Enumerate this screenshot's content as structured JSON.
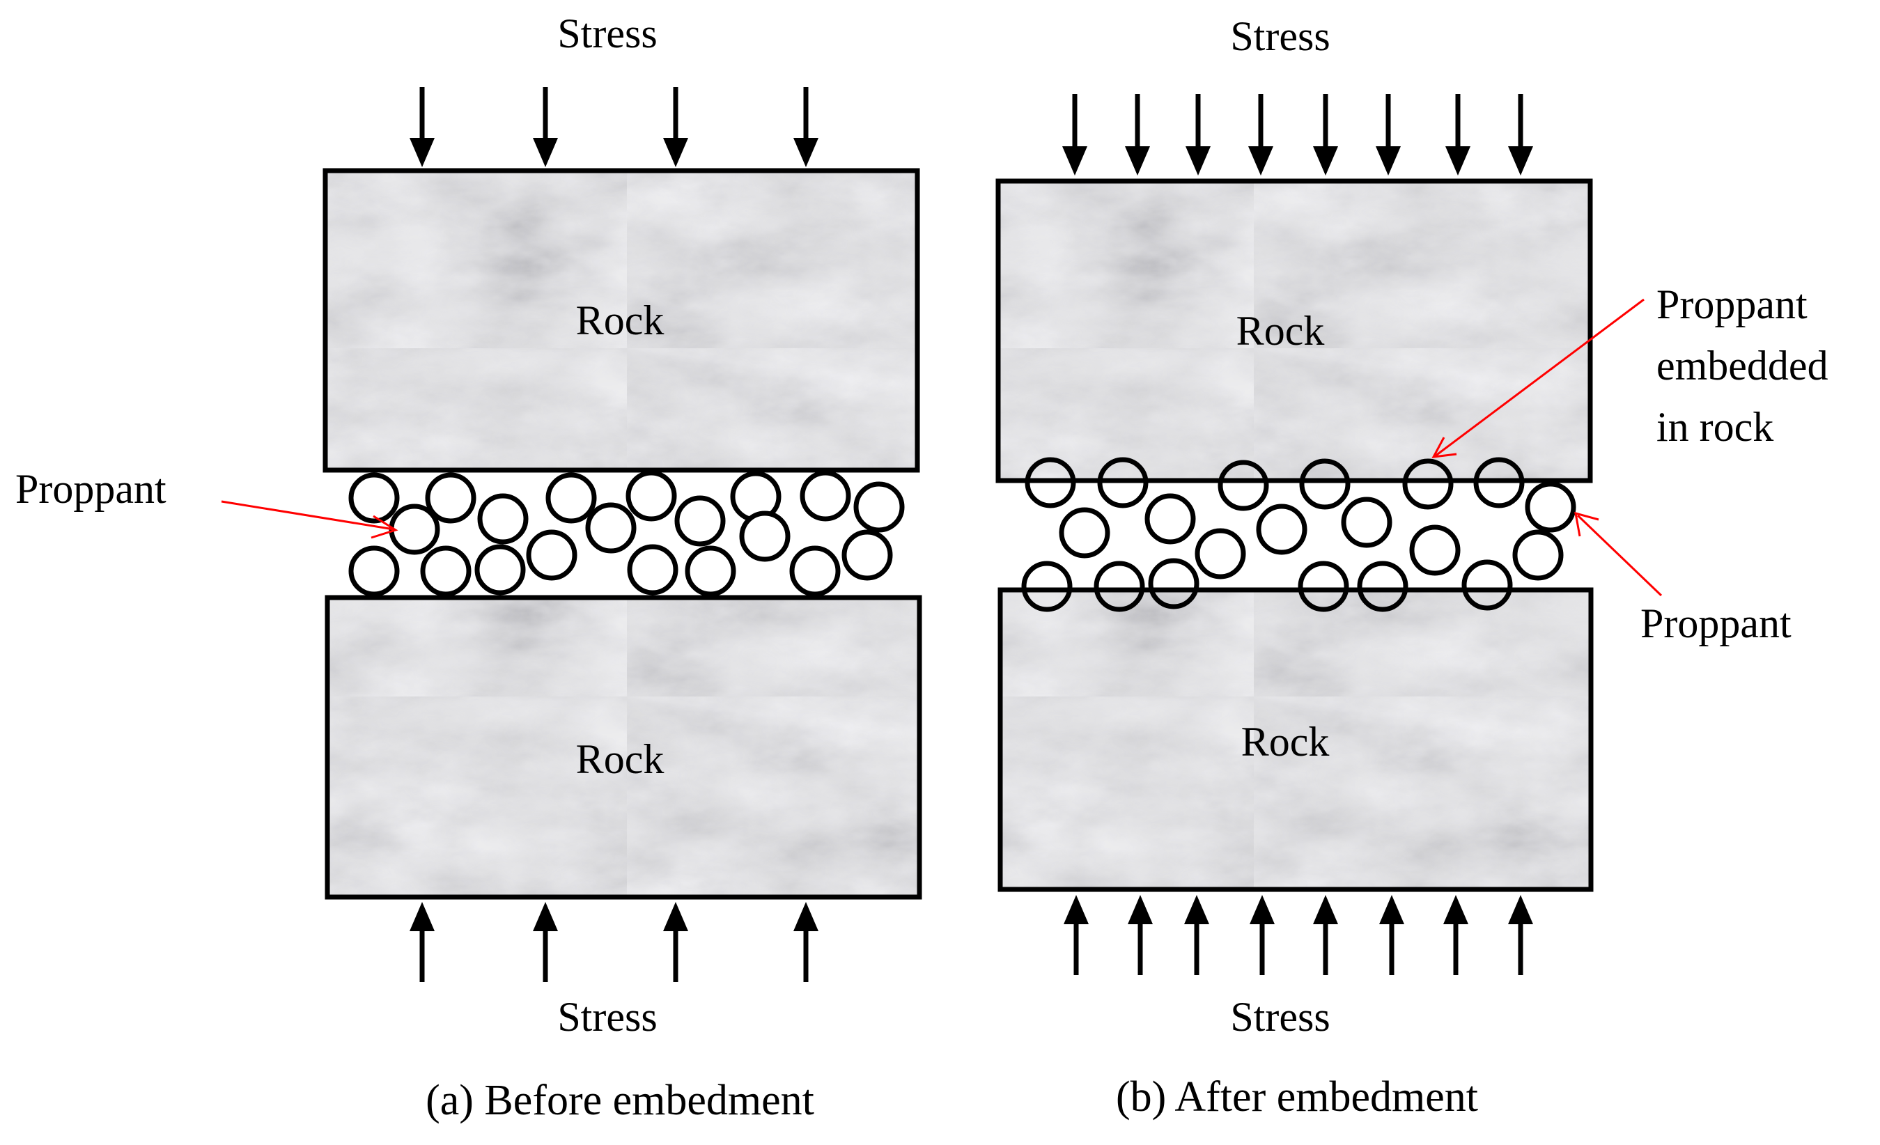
{
  "colors": {
    "ink": "#000000",
    "rock_base": "#e4e4e6",
    "rock_vein": "#a8a8ae",
    "rock_light": "#f7f7f8",
    "annotation_arrow": "#ff0000",
    "proppant_fill": "#ffffff"
  },
  "panel_a": {
    "stress_top": "Stress",
    "stress_bottom": "Stress",
    "rock_top": "Rock",
    "rock_bottom": "Rock",
    "proppant_label": "Proppant",
    "caption": "(a) Before embedment"
  },
  "panel_b": {
    "stress_top": "Stress",
    "stress_bottom": "Stress",
    "rock_top": "Rock",
    "rock_bottom": "Rock",
    "embedded_label": [
      "Proppant",
      "embedded",
      "in rock"
    ],
    "proppant_label": "Proppant",
    "caption": "(b) After embedment"
  },
  "icons": {
    "stress_arrow": "down-arrow-icon",
    "proppant_grain": "circle-icon"
  }
}
